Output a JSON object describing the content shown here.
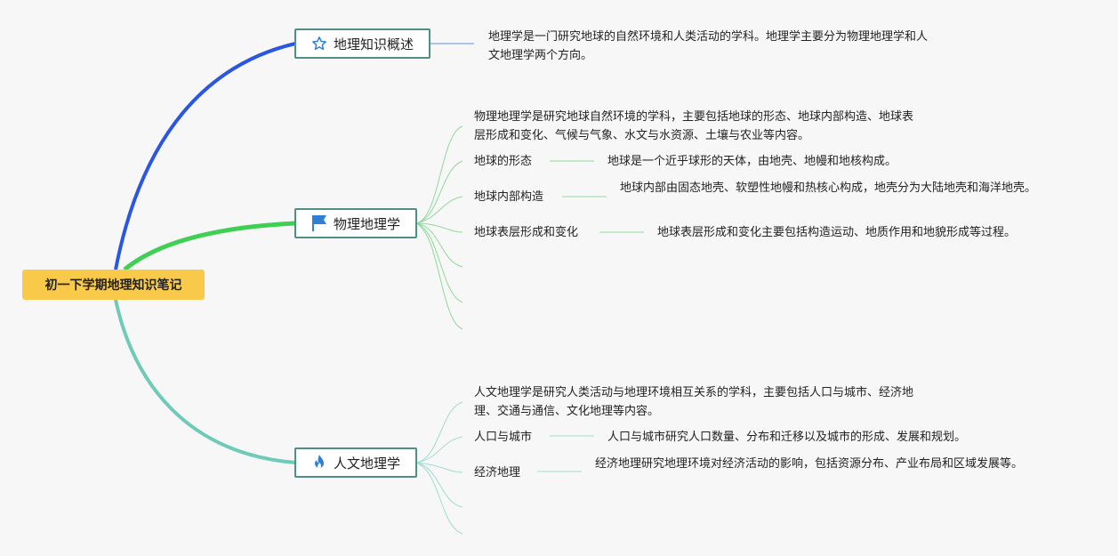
{
  "root": {
    "label": "初一下学期地理知识笔记"
  },
  "branches": [
    {
      "label": "地理知识概述",
      "icon": "star-icon",
      "color": "#2a57e0",
      "description": "地理学是一门研究地球的自然环境和人类活动的学科。地理学主要分为物理地理学和人文地理学两个方向。"
    },
    {
      "label": "物理地理学",
      "icon": "flag-icon",
      "color": "#3ecf53",
      "intro": "物理地理学是研究地球自然环境的学科，主要包括地球的形态、地球内部构造、地球表层形成和变化、气候与气象、水文与水资源、土壤与农业等内容。",
      "topics": [
        {
          "name": "地球的形态",
          "detail": "地球是一个近乎球形的天体，由地壳、地幔和地核构成。"
        },
        {
          "name": "地球内部构造",
          "detail": "地球内部由固态地壳、软塑性地幔和热核心构成，地壳分为大陆地壳和海洋地壳。"
        },
        {
          "name": "地球表层形成和变化",
          "detail": "地球表层形成和变化主要包括构造运动、地质作用和地貌形成等过程。"
        }
      ]
    },
    {
      "label": "人文地理学",
      "icon": "fire-icon",
      "color": "#6fcab8",
      "intro": "人文地理学是研究人类活动与地理环境相互关系的学科，主要包括人口与城市、经济地理、交通与通信、文化地理等内容。",
      "topics": [
        {
          "name": "人口与城市",
          "detail": "人口与城市研究人口数量、分布和迁移以及城市的形成、发展和规划。"
        },
        {
          "name": "经济地理",
          "detail": "经济地理研究地理环境对经济活动的影响，包括资源分布、产业布局和区域发展等。"
        }
      ]
    }
  ]
}
